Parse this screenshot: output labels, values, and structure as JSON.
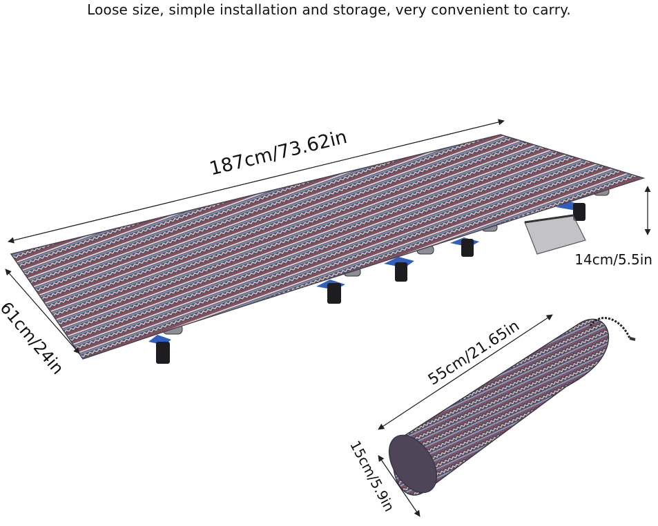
{
  "headline": "Loose size, simple installation and storage, very convenient to carry.",
  "dimensions": {
    "cot_length": "187cm/73.62in",
    "cot_width": "61cm/24in",
    "cot_height": "14cm/5.5in",
    "bag_length": "55cm/21.65in",
    "bag_diameter": "15cm/5.9in"
  },
  "colors": {
    "fabric_base": "#5c5266",
    "fabric_stripe_light": "#d8d2cf",
    "fabric_stripe_blue": "#7b8fb3",
    "fabric_stripe_red": "#9a4a56",
    "frame_blue": "#2f5fc0",
    "leg_black": "#1d1d1f"
  }
}
